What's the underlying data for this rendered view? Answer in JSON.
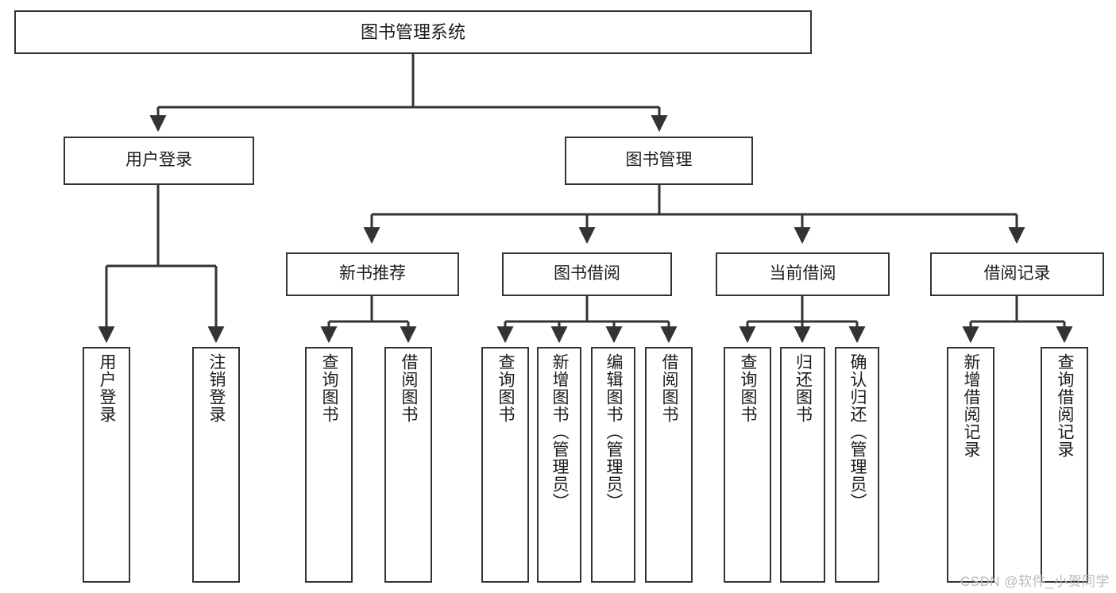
{
  "diagram": {
    "title": "图书管理系统",
    "type": "tree",
    "watermark": "CSDN @软件_小贺同学",
    "colors": {
      "background": "#ffffff",
      "box_border": "#333333",
      "box_fill": "#ffffff",
      "connector": "#333333",
      "text": "#1c1c1c",
      "watermark": "#b9b9b9"
    },
    "nodes": {
      "root": {
        "label": "图书管理系统"
      },
      "level2": [
        {
          "label": "用户登录"
        },
        {
          "label": "图书管理"
        }
      ],
      "level3": [
        {
          "label": "新书推荐"
        },
        {
          "label": "图书借阅"
        },
        {
          "label": "当前借阅"
        },
        {
          "label": "借阅记录"
        }
      ],
      "leaves": {
        "user_login": [
          {
            "label": "用户登录"
          },
          {
            "label": "注销登录"
          }
        ],
        "new_book": [
          {
            "label": "查询图书"
          },
          {
            "label": "借阅图书"
          }
        ],
        "book_borrow": [
          {
            "label": "查询图书"
          },
          {
            "label": "新增图书（管理员）"
          },
          {
            "label": "编辑图书（管理员）"
          },
          {
            "label": "借阅图书"
          }
        ],
        "current_borrow": [
          {
            "label": "查询图书"
          },
          {
            "label": "归还图书"
          },
          {
            "label": "确认归还（管理员）"
          }
        ],
        "borrow_record": [
          {
            "label": "新增借阅记录"
          },
          {
            "label": "查询借阅记录"
          }
        ]
      }
    }
  }
}
